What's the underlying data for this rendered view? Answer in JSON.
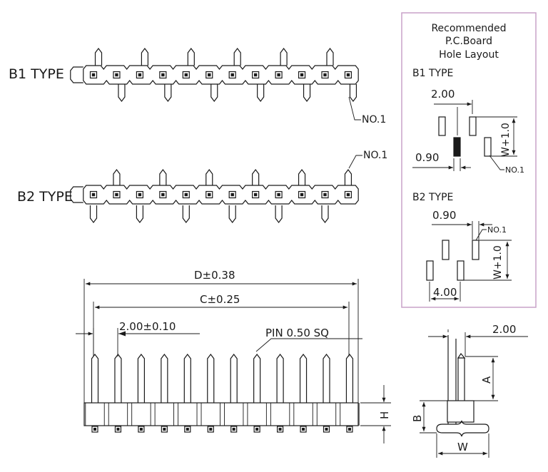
{
  "b1_label": "B1 TYPE",
  "b2_label": "B2 TYPE",
  "no1": "NO.1",
  "pcb": {
    "line1": "Recommended",
    "line2": "P.C.Board",
    "line3": "Hole Layout",
    "b1_label": "B1 TYPE",
    "b1_pitch": "2.00",
    "b1_hole": "0.90",
    "b1_w": "W+1.0",
    "b1_no1": "NO.1",
    "b2_label": "B2 TYPE",
    "b2_hole": "0.90",
    "b2_no1": "NO.1",
    "b2_w": "W+1.0",
    "b2_pitch": "4.00",
    "border_color": "#c8a2c8"
  },
  "dims": {
    "d": "D±0.38",
    "c": "C±0.25",
    "pitch": "2.00±0.10",
    "pin": "PIN 0.50 SQ",
    "h": "H",
    "side_pitch": "2.00",
    "a": "A",
    "b": "B",
    "w": "W"
  }
}
